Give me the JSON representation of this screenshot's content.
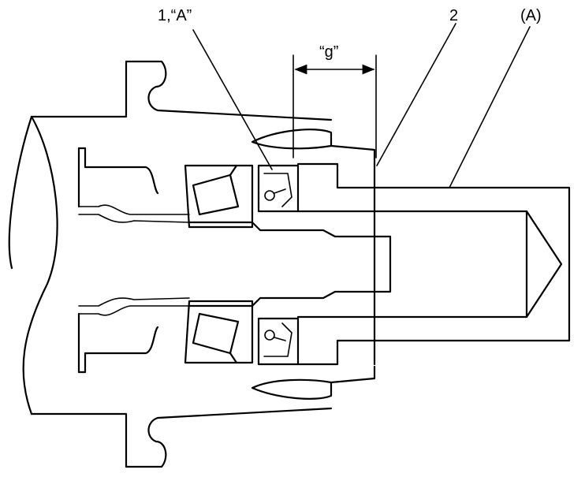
{
  "labels": {
    "part_1_a": "1,“A”",
    "part_2": "2",
    "tool_a": "(A)",
    "gap_g": "“g”"
  },
  "colors": {
    "line": "#000000",
    "background": "#ffffff"
  }
}
